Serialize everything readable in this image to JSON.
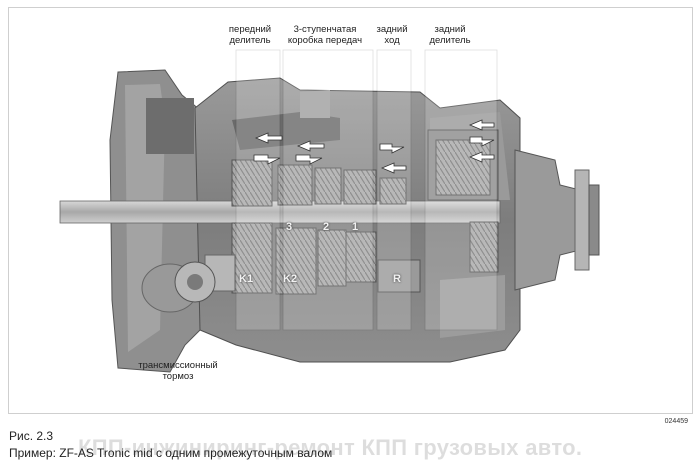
{
  "labels": {
    "front_splitter": [
      "передний",
      "делитель"
    ],
    "main_box": [
      "3-ступенчатая",
      "коробка передач"
    ],
    "reverse": [
      "задний",
      "ход"
    ],
    "rear_splitter": [
      "задний",
      "делитель"
    ],
    "brake": [
      "трансмиссионный",
      "тормоз"
    ]
  },
  "parts": {
    "k1": "K1",
    "k2": "K2",
    "g3": "3",
    "g2": "2",
    "g1": "1",
    "r": "R"
  },
  "figure": {
    "code": "024459",
    "number": "Рис. 2.3",
    "caption": "Пример: ZF-AS Tronic mid с одним промежуточным валом"
  },
  "watermark": "КПП-инжиниринг-ремонт КПП грузовых авто.",
  "colors": {
    "housing": "#8a8a8a",
    "highlight": "#c7c7c7",
    "dark": "#4a4a4a"
  }
}
